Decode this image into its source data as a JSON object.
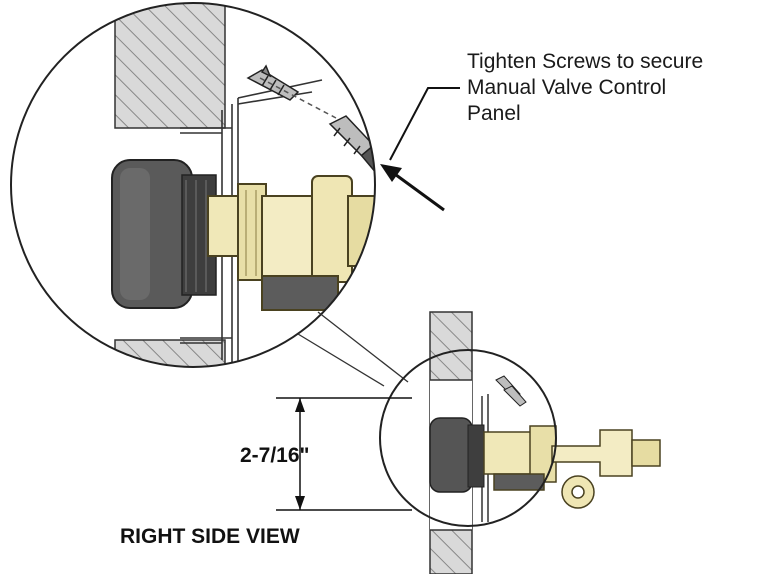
{
  "callout": {
    "line1": "Tighten Screws to secure",
    "line2": "Manual Valve Control",
    "line3": "Panel"
  },
  "dimension": {
    "label": "2-7/16\""
  },
  "view_title": "RIGHT SIDE VIEW",
  "colors": {
    "brass": "#f0e8b8",
    "brass_dark": "#8a7d45",
    "knob": "#555555",
    "knob_dark": "#333333",
    "wall_hatch": "#cfcfcf",
    "line": "#222222"
  }
}
